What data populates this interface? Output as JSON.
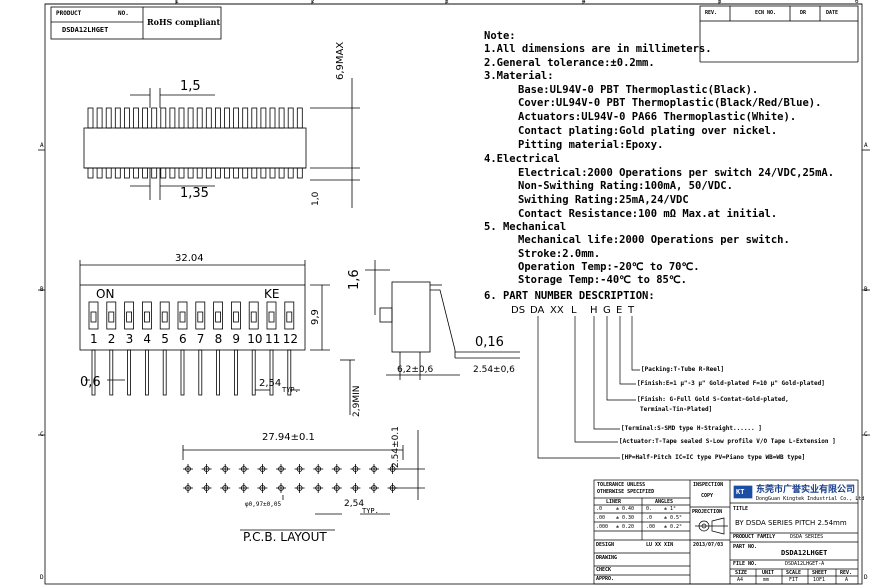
{
  "header_left": {
    "product_label": "PRODUCT",
    "no_label": "NO.",
    "part_no": "DSDA12LHGET",
    "rohs": "RoHS compliant"
  },
  "revision_header": {
    "rev": "REV.",
    "ecn": "ECN NO.",
    "dr": "DR",
    "date": "DATE"
  },
  "column_markers": [
    "1",
    "2",
    "3",
    "4",
    "5",
    "6"
  ],
  "row_markers": [
    "A",
    "B",
    "C",
    "D"
  ],
  "dimensions": {
    "pitch_top": "1,5",
    "height_max": "6,9MAX",
    "pitch_mid": "1,35",
    "base": "1,0",
    "length": "32.04",
    "side_height": "1,6",
    "body_height": "9,9",
    "pin_width": "0,6",
    "pitch_typ": "2,54",
    "typ": "TYP.",
    "pin_length": "2,9MIN",
    "lead": "0,16",
    "width_62": "6,2±0,6",
    "row_space": "2.54±0,6",
    "pcb_width": "27.94±0.1",
    "pcb_height": "2.54±0.1",
    "hole": "φ0,97±0,05",
    "pcb_pitch": "2,54",
    "pcb_typ": "TYP."
  },
  "switch_labels": {
    "on": "ON",
    "ke": "KE",
    "numbers": [
      "1",
      "2",
      "3",
      "4",
      "5",
      "6",
      "7",
      "8",
      "9",
      "10",
      "11",
      "12"
    ]
  },
  "pcb_layout_title": "P.C.B. LAYOUT",
  "notes": [
    "Note:",
    "1.All dimensions are in millimeters.",
    "2.General tolerance:±0.2mm.",
    "3.Material:",
    "Base:UL94V-0 PBT Thermoplastic(Black).",
    "Cover:UL94V-0 PBT Thermoplastic(Black/Red/Blue).",
    "Actuators:UL94V-0 PA66 Thermoplastic(White).",
    "Contact plating:Gold plating over nickel.",
    "Pitting material:Epoxy.",
    "4.Electrical",
    "Electrical:2000 Operations per switch 24/VDC,25mA.",
    "Non-Swithing Rating:100mA, 50/VDC.",
    "Swithing Rating:25mA,24/VDC",
    "Contact Resistance:100 mΩ Max.at initial.",
    "5. Mechanical",
    "Mechanical life:2000 Operations per switch.",
    "Stroke:2.0mm.",
    "Operation Temp:-20℃ to 70℃.",
    "Storage Temp:-40℃ to 85℃.",
    "6. PART NUMBER DESCRIPTION:"
  ],
  "part_number": {
    "code": [
      "DS",
      "DA",
      "XX",
      "L",
      "H",
      "G",
      "E",
      "T"
    ],
    "descriptions": [
      "[Packing:T-Tube R-Reel]",
      "[Finish:E=1 μ\"-3 μ\" Gold-plated F=10 μ\" Gold-plated]",
      "[Finish: G-Full Gold S-Contat-Gold-plated,",
      "Terminal-Tin-Plated]",
      "[Terminal:S-SMD type  H-Straight...... ]",
      "[Actuator:T-Tape sealed S-Low profile V/O Tape L-Extension ]",
      "[HP=Half-Pitch IC=IC type PV=Piano type WB=WB type]"
    ]
  },
  "title_block": {
    "tolerance_unless": "TOLERANCE UNLESS",
    "otherwise": "OTHERWISE SPECIFIED",
    "linear": "LINER",
    "angular": "ANGLES",
    "tol_rows": [
      [
        ".0",
        "± 0.40",
        "0.",
        "± 1°"
      ],
      [
        ".00",
        "± 0.30",
        ".0",
        "± 0.5°"
      ],
      [
        ".000",
        "± 0.20",
        ".00",
        "± 0.2°"
      ]
    ],
    "design_label": "DESIGN",
    "design_name": "LU XX XIN",
    "design_date": "2013/07/03",
    "drawing_label": "DRAWING",
    "check_label": "CHECK",
    "approval_label": "APPRO.",
    "inspection_label": "INSPECTION",
    "inspection_value": "COPY",
    "projection_label": "PROJECTION",
    "company_cn": "东莞市广誉实业有限公司",
    "company_en": "DongGuan Kingtek Industrial Co., Ltd",
    "logo_text": "KT",
    "title_label": "TITLE",
    "title_value": "BY DSDA SERIES PITCH 2.54mm",
    "family_label": "PRODUCT FAMILY",
    "family_value": "DSDA SERIES",
    "part_label": "PART NO.",
    "part_value": "DSDA12LHGET",
    "file_label": "FILE NO.",
    "file_value": "DSDA12LHGET-A",
    "bottom_labels": [
      "SIZE",
      "UNIT",
      "SCALE",
      "SHEET",
      "REV."
    ],
    "bottom_values": [
      "A4",
      "mm",
      "FIT",
      "1OF1",
      "A"
    ]
  }
}
